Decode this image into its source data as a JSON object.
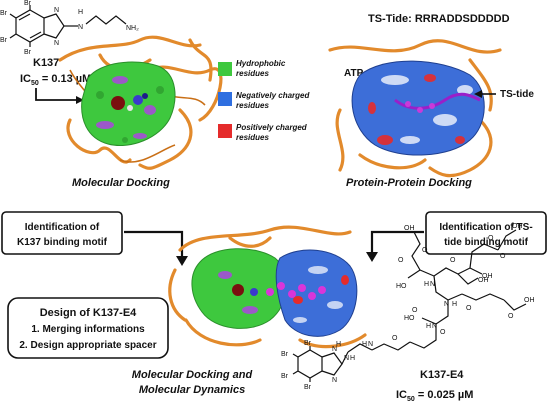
{
  "molecule_top": {
    "name": "K137",
    "ic50_label": "IC",
    "ic50_sub": "50",
    "ic50_value": " = 0.13 µM",
    "atoms": {
      "br1": "Br",
      "br2": "Br",
      "br3": "Br",
      "br4": "Br",
      "n1": "N",
      "n2": "N",
      "h": "H",
      "n3": "N",
      "nh2": "NH₂"
    }
  },
  "ts_tide": {
    "title": "TS-Tide: RRRADDSDDDDD",
    "atp_label": "ATP",
    "arrow_label": "TS-tide"
  },
  "legend": [
    {
      "label": "Hydrophobic residues",
      "line1": "Hydrophobic",
      "line2": "residues",
      "color": "#3ec83e"
    },
    {
      "label": "Negatively charged residues",
      "line1": "Negatively charged",
      "line2": "residues",
      "color": "#2f6fe0"
    },
    {
      "label": "Positively charged residues",
      "line1": "Positively charged",
      "line2": "residues",
      "color": "#e52b2b"
    }
  ],
  "captions": {
    "molecular_docking": "Molecular Docking",
    "protein_docking": "Protein-Protein Docking",
    "md_line1": "Molecular Docking and",
    "md_line2": "Molecular Dynamics"
  },
  "boxes": {
    "left_line1": "Identification of",
    "left_line2": "K137 binding motif",
    "right_line1": "Identification of TS-",
    "right_line2": "tide binding motif",
    "design_title": "Design of K137-E4",
    "design_item1": "1. Merging informations",
    "design_item2": "2. Design appropriate spacer"
  },
  "molecule_bottom": {
    "name": "K137-E4",
    "ic50_label": "IC",
    "ic50_sub": "50",
    "ic50_value": " = 0.025 µM",
    "atoms": {
      "br1": "Br",
      "br2": "Br",
      "br3": "Br",
      "br4": "Br",
      "n1": "N",
      "n2": "N",
      "h1": "H",
      "n3": "N",
      "h2": "H",
      "oh1": "OH",
      "oh2": "OH",
      "oh3": "OH",
      "oh4": "OH",
      "oh5": "OH",
      "ho1": "HO",
      "ho2": "HO",
      "o1": "O",
      "o2": "O",
      "o3": "O",
      "o4": "O",
      "o5": "O",
      "o6": "O",
      "o7": "O",
      "o8": "O",
      "o9": "O",
      "o10": "O",
      "nh1": "N",
      "nh2": "N",
      "nh3": "N",
      "nh4": "N",
      "hn1": "H",
      "hn2": "H",
      "hn3": "H",
      "hn4": "H"
    }
  }
}
